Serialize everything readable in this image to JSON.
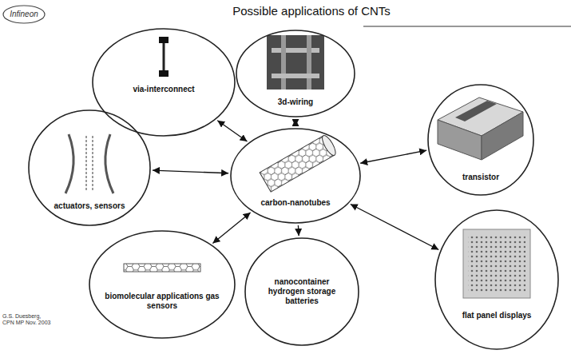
{
  "diagram": {
    "title": "Possible applications of CNTs",
    "nodes": [
      {
        "text": [
          "via-interconnect"
        ]
      },
      {
        "text": [
          "3d-wiring"
        ]
      },
      {
        "text": [
          "transistor"
        ]
      },
      {
        "text": [
          "actuators, sensors"
        ]
      },
      {
        "text": [
          "carbon-nanotubes"
        ]
      },
      {
        "text": [
          "flat panel displays"
        ]
      },
      {
        "text": [
          "biomolecular applications gas sensors"
        ]
      },
      {
        "text": [
          "nanocontainer hydrogen storage batteries"
        ]
      }
    ],
    "edges": [
      {
        "from": 4,
        "to": 0,
        "arrow": "both"
      },
      {
        "from": 4,
        "to": 1,
        "arrow": "both"
      },
      {
        "from": 4,
        "to": 2,
        "arrow": "both"
      },
      {
        "from": 4,
        "to": 3,
        "arrow": "both"
      },
      {
        "from": 4,
        "to": 5,
        "arrow": "both"
      },
      {
        "from": 4,
        "to": 6,
        "arrow": "both"
      },
      {
        "from": 4,
        "to": 7,
        "arrow": "to"
      }
    ],
    "labels": [
      "Infineon",
      "G.S. Duesberg, CPN MP Nov. 2003"
    ]
  }
}
